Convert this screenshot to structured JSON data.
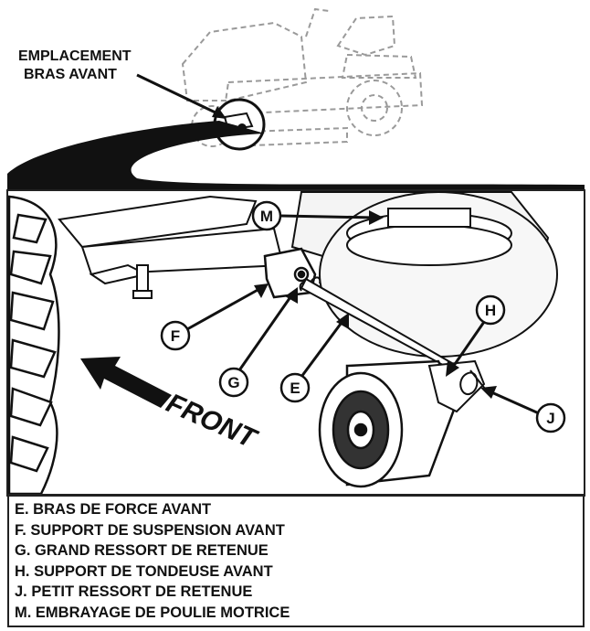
{
  "location_label": {
    "line1": "EMPLACEMENT",
    "line2": "BRAS AVANT"
  },
  "direction_label": "FRONT",
  "callouts": [
    {
      "letter": "M",
      "description": "EMBRAYAGE DE POULIE MOTRICE"
    },
    {
      "letter": "F",
      "description": "SUPPORT DE SUSPENSION AVANT"
    },
    {
      "letter": "G",
      "description": "GRAND RESSORT DE RETENUE"
    },
    {
      "letter": "E",
      "description": "BRAS DE FORCE AVANT"
    },
    {
      "letter": "H",
      "description": "SUPPORT DE TONDEUSE AVANT"
    },
    {
      "letter": "J",
      "description": "PETIT RESSORT DE RETENUE"
    }
  ],
  "legend": [
    "E.  BRAS DE FORCE AVANT",
    "F.  SUPPORT DE SUSPENSION AVANT",
    "G.  GRAND RESSORT DE RETENUE",
    "H.  SUPPORT DE TONDEUSE AVANT",
    "J.  PETIT RESSORT DE RETENUE",
    "M.  EMBRAYAGE DE POULIE MOTRICE"
  ]
}
